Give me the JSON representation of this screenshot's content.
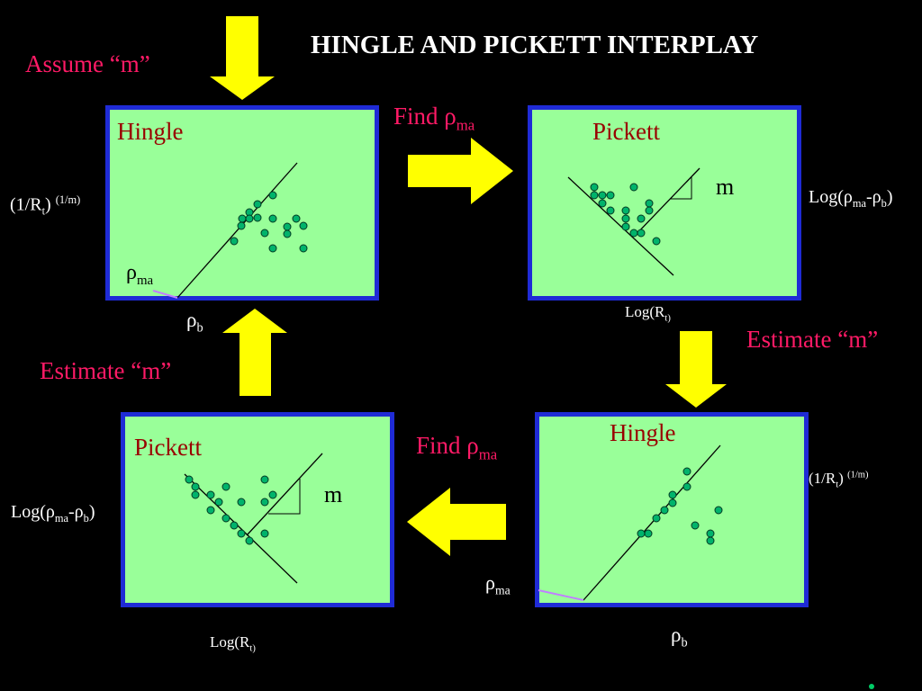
{
  "title": "HINGLE AND PICKETT INTERPLAY",
  "labels": {
    "assume_m": "Assume  “m”",
    "estimate_m": "Estimate  “m”",
    "find_prefix": "Find ρ",
    "ma": "ma",
    "rho": "ρ",
    "b": "b",
    "m": "m"
  },
  "panels": {
    "hingle": "Hingle",
    "pickett": "Pickett"
  },
  "axes": {
    "hingle_y_main": "1/R",
    "hingle_y_sub": "t",
    "hingle_y_sup": "(1/m)",
    "log_rt_main": "Log(R",
    "log_rt_sub": "t)",
    "log_rho_prefix": "Log(ρ",
    "log_rho_mid": "-ρ"
  },
  "colors": {
    "panel_fill": "#99ff99",
    "panel_border": "#1f2bd6",
    "arrow": "#ffff00",
    "accent_text": "#ff1a66",
    "panel_title": "#990000",
    "dot": "#00b36b"
  }
}
